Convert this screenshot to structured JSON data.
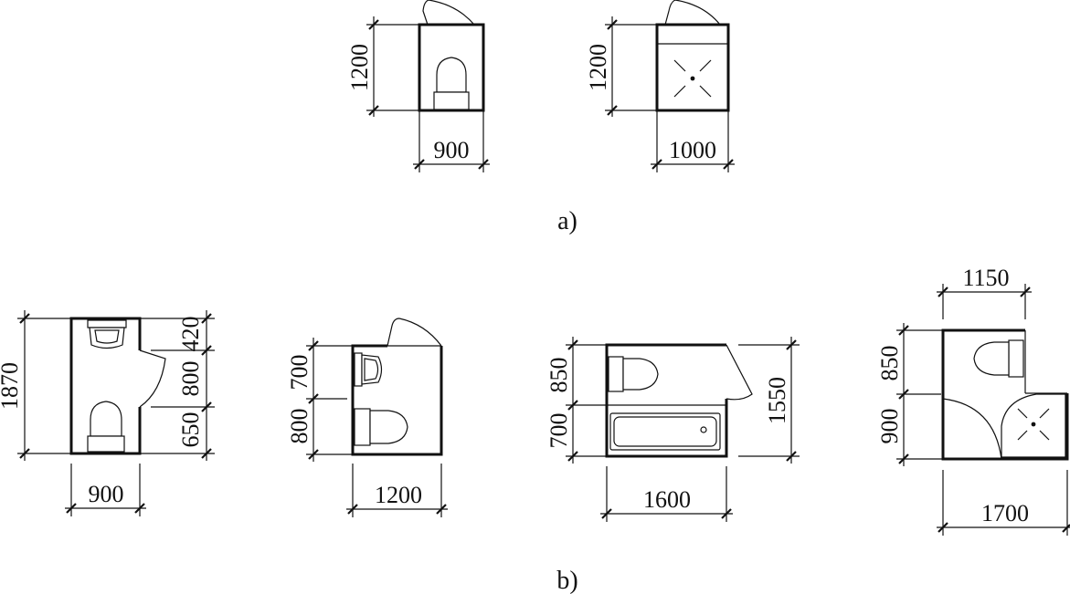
{
  "captions": {
    "a": "a)",
    "b": "b)"
  },
  "plans": {
    "a1": {
      "height": "1200",
      "width": "900"
    },
    "a2": {
      "height": "1200",
      "width": "1000"
    },
    "b1": {
      "total_height": "1870",
      "seg_top": "420",
      "seg_mid": "800",
      "seg_bottom": "650",
      "width": "900"
    },
    "b2": {
      "seg_top": "700",
      "seg_bottom": "800",
      "width": "1200"
    },
    "b3": {
      "seg_top": "850",
      "seg_bottom": "700",
      "right_height": "1550",
      "width": "1600"
    },
    "b4": {
      "top_width": "1150",
      "seg_top": "850",
      "seg_bottom": "900",
      "width": "1700"
    }
  }
}
